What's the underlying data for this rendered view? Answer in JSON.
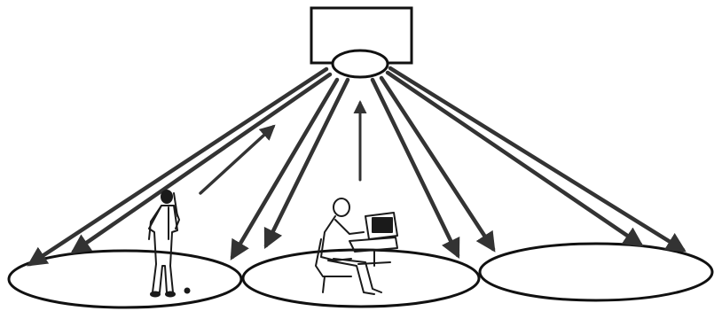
{
  "diagram": {
    "description_free": true,
    "ink_color": "#1a1a1a",
    "arrow_color": "#333333",
    "background": "#ffffff",
    "elements": {
      "transmitter_box": "box",
      "transmitter_lens": "lens",
      "coverage_cells": [
        "cell-left",
        "cell-center",
        "cell-right"
      ],
      "figures": [
        "standing-person",
        "seated-person-at-computer"
      ]
    },
    "downlink_arrows": 8,
    "uplink_arrows": 2
  }
}
